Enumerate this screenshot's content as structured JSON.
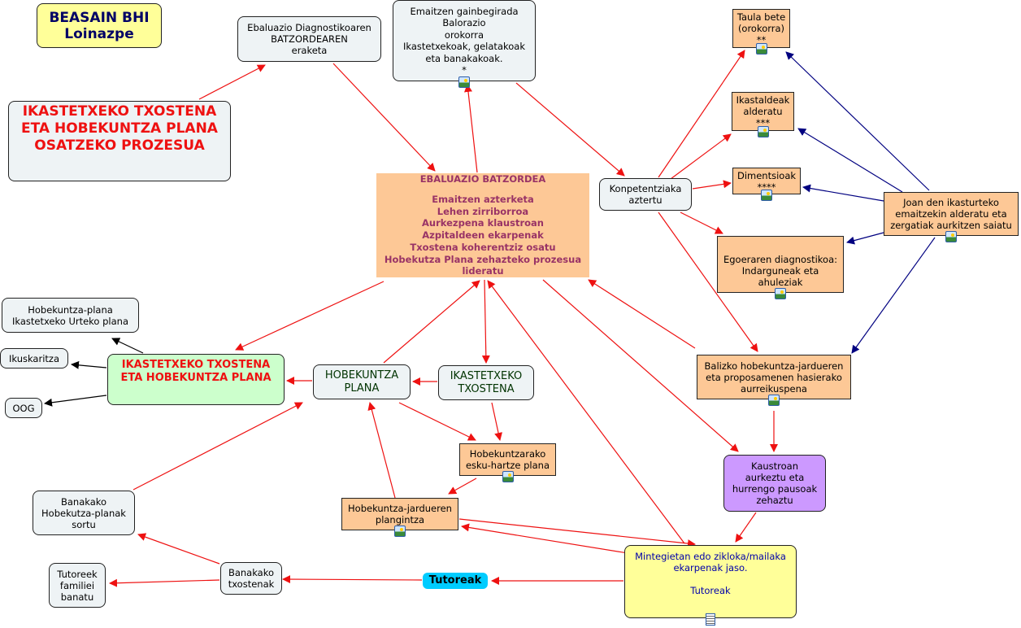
{
  "nodes": {
    "school": {
      "label": "BEASAIN BHI\nLoinazpe"
    },
    "process_title": {
      "label": "IKASTETXEKO TXOSTENA\nETA HOBEKUNTZA PLANA\nOSATZEKO PROZESUA"
    },
    "committee_formation": {
      "label": "Ebaluazio Diagnostikoaren\nBATZORDEAREN\neraketa"
    },
    "results_overview": {
      "label": "Emaitzen gainbegirada\nBalorazio\norokorra\nIkastetxekoak, gelatakoak\neta banakakoak.\n*"
    },
    "committee": {
      "title": "EBALUAZIO BATZORDEA",
      "label": "Emaitzen azterketa\nLehen zirriborroa\nAurkezpena klaustroan\nAzpitaldeen ekarpenak\nTxostena koherentziz osatu\nHobekutza Plana zehazteko prozesua\nlideratu"
    },
    "table_fill": {
      "label": "Taula bete\n(orokorra)\n**"
    },
    "groups_compare": {
      "label": "Ikastaldeak\nalderatu\n***"
    },
    "dimensions": {
      "label": "Dimentsioak\n****"
    },
    "competences": {
      "label": "Konpetentziaka\naztertu"
    },
    "prev_year": {
      "label": "Joan den ikasturteko\nemaitzekin alderatu eta\nzergatiak aurkitzen saiatu"
    },
    "diagnosis": {
      "label": "Egoeraren diagnostikoa:\nIndarguneak eta\nahuleziak"
    },
    "possible_actions": {
      "label": "Balizko hobekuntza-jardueren\neta proposamenen  hasierako\naurreikuspena"
    },
    "staff_present": {
      "label": "Kaustroan\naurkeztu eta\nhurrengo pausoak\nzehaztu"
    },
    "departments": {
      "label": "Mintegietan edo zikloka/mailaka\nekarpenak jaso.\n\nTutoreak"
    },
    "tutors": {
      "label": "Tutoreak"
    },
    "individual_reports": {
      "label": "Banakako\ntxostenak"
    },
    "family_share": {
      "label": "Tutoreek\nfamiliei\nbanatu"
    },
    "individual_plans": {
      "label": "Banakako\nHobekutza-planak\nsortu"
    },
    "activities_planning": {
      "label": "Hobekuntza-jardueren\nplangintza"
    },
    "intervention_plan": {
      "label": "Hobekuntzarako\nesku-hartze plana"
    },
    "school_report": {
      "label": "IKASTETXEKO\nTXOSTENA"
    },
    "improvement_plan": {
      "label": "HOBEKUNTZA\nPLANA"
    },
    "report_and_plan": {
      "label": "IKASTETXEKO TXOSTENA\nETA HOBEKUNTZA PLANA"
    },
    "annual_plan": {
      "label": "Hobekuntza-plana\nIkastetxeko Urteko plana"
    },
    "inspection": {
      "label": "Ikuskaritza"
    },
    "oog": {
      "label": "OOG"
    }
  },
  "colors": {
    "red_link": "#ee1111",
    "blue_link": "#000080",
    "black_link": "#000000",
    "title_red": "#ee1111",
    "committee_text": "#993366",
    "school_text": "#000066",
    "green_text": "#003300",
    "blue_text": "#0000aa"
  }
}
